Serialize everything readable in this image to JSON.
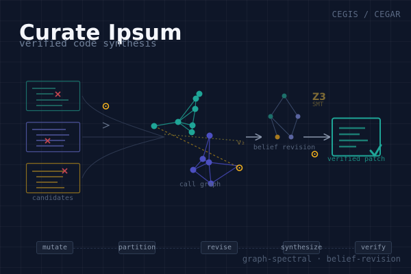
{
  "header": {
    "brand": "CEGIS / CEGAR",
    "title": "Curate Ipsum",
    "subtitle": "verified code synthesis"
  },
  "diagram": {
    "candidates_label": "candidates",
    "call_graph_label": "call graph",
    "v2_label": "v₂",
    "belief_revision_label": "belief revision",
    "z3_label": "Z3",
    "smt_label": "SMT",
    "verified_patch_label": "verified patch"
  },
  "pipeline": {
    "steps": [
      "mutate",
      "partition",
      "revise",
      "synthesize",
      "verify"
    ]
  },
  "footer": {
    "tagline": "graph-spectral · belief-revision"
  },
  "colors": {
    "background": "#0e1628",
    "teal": "#1fa597",
    "indigo": "#4c4fc0",
    "amber": "#b8860b",
    "red": "#c0454f",
    "olive": "#7f6b35"
  }
}
